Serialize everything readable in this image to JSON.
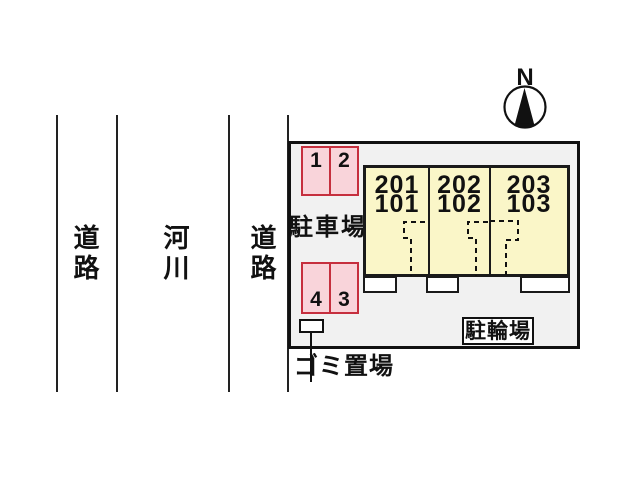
{
  "compass": {
    "north_label": "N"
  },
  "surroundings": {
    "left_road_label": "道路",
    "river_label": "河川",
    "right_road_label": "道路"
  },
  "site": {
    "parking_label": "駐車場",
    "parking_spaces_top": [
      "1",
      "2"
    ],
    "parking_spaces_bottom": [
      "4",
      "3"
    ],
    "bicycle_parking_label": "駐輪場",
    "garbage_label": "ゴミ置場",
    "building_units": [
      {
        "upper": "201",
        "lower": "101"
      },
      {
        "upper": "202",
        "lower": "102"
      },
      {
        "upper": "203",
        "lower": "103"
      }
    ]
  },
  "colors": {
    "parking_fill": "#f9d4da",
    "parking_border": "#c62f3e",
    "building_fill": "#faf6c8",
    "site_fill": "#f1f1f1",
    "line": "#111111"
  }
}
